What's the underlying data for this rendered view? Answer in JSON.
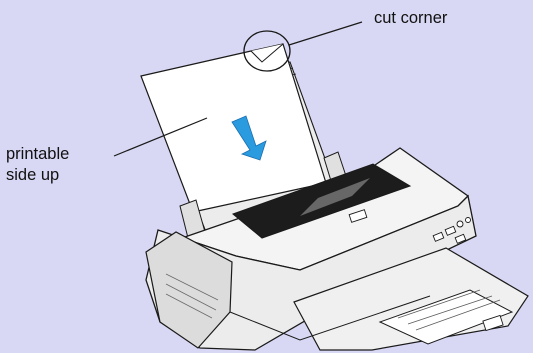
{
  "callouts": {
    "cut_corner": "cut corner",
    "printable_side_line1": "printable",
    "printable_side_line2": "side up"
  },
  "colors": {
    "background": "#d8d8f4",
    "arrow": "#2b9be0",
    "printer_body": "#f2f2f2",
    "outline": "#1a1a1a",
    "slot": "#1c1c1c"
  },
  "icons": [
    "printer-illustration",
    "down-arrow-icon",
    "cut-corner-circle"
  ]
}
